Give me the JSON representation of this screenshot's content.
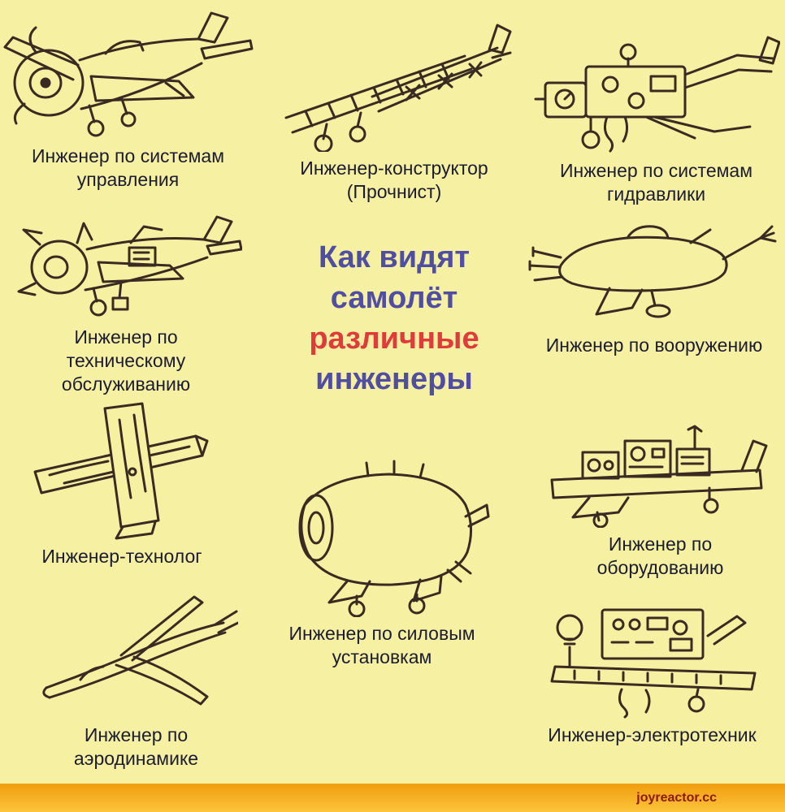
{
  "page": {
    "background_color": "#f6f0a2",
    "ink_color": "#3a2b22"
  },
  "title": {
    "lines": [
      {
        "text": "Как видят",
        "color": "#504ea3"
      },
      {
        "text": "самолёт",
        "color": "#504ea3"
      },
      {
        "text": "различные",
        "color": "#de3b3b"
      },
      {
        "text": "инженеры",
        "color": "#504ea3"
      }
    ]
  },
  "figures": [
    {
      "caption": "Инженер по системам управления",
      "illustration": "control-systems-plane-sketch"
    },
    {
      "caption": "Инженер-конструктор (Прочнист)",
      "illustration": "structural-truss-plane-sketch"
    },
    {
      "caption": "Инженер по системам гидравлики",
      "illustration": "hydraulics-plumbing-plane-sketch"
    },
    {
      "caption": "Инженер по техническому обслуживанию",
      "illustration": "maintenance-open-panels-plane-sketch"
    },
    {
      "caption": "Инженер-технолог",
      "illustration": "wooden-plank-cross-plane-sketch"
    },
    {
      "caption": "Инженер по вооружению",
      "illustration": "armament-guns-fork-plane-sketch"
    },
    {
      "caption": "Инженер по силовым установкам",
      "illustration": "huge-engine-tiny-wings-plane-sketch"
    },
    {
      "caption": "Инженер по оборудованию",
      "illustration": "equipment-boxes-plane-sketch"
    },
    {
      "caption": "Инженер по аэродинамике",
      "illustration": "sleek-aerodynamic-glider-sketch"
    },
    {
      "caption": "Инженер-электротехник",
      "illustration": "circuit-board-plane-sketch"
    }
  ],
  "footer": {
    "watermark": "joyreactor.cc",
    "bar_color": "#f5a81c",
    "text_color": "#8c1a12"
  }
}
